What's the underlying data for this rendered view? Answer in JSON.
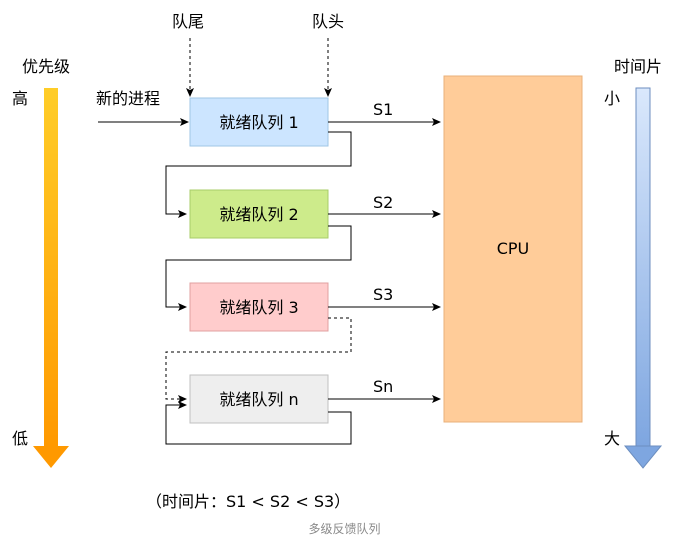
{
  "labels": {
    "priority": "优先级",
    "high": "高",
    "low": "低",
    "timeslice": "时间片",
    "small": "小",
    "big": "大",
    "tail": "队尾",
    "head": "队头",
    "new_process": "新的进程",
    "cpu": "CPU"
  },
  "queues": [
    {
      "label": "就绪队列 1",
      "edge": "S1",
      "fill": "#cce5ff",
      "stroke": "#9fc6e6"
    },
    {
      "label": "就绪队列 2",
      "edge": "S2",
      "fill": "#cdeb8b",
      "stroke": "#a8cc6a"
    },
    {
      "label": "就绪队列 3",
      "edge": "S3",
      "fill": "#ffcccc",
      "stroke": "#e0a0a0"
    },
    {
      "label": "就绪队列 n",
      "edge": "Sn",
      "fill": "#eeeeee",
      "stroke": "#c0c0c0"
    }
  ],
  "note": "（时间片：S1 < S2 < S3）",
  "caption": "多级反馈队列",
  "colors": {
    "priority_arrow": "#ffb000",
    "timeslice_arrow": "#7ea6e0",
    "cpu_fill": "#ffcc99",
    "cpu_stroke": "#e8b07a"
  }
}
